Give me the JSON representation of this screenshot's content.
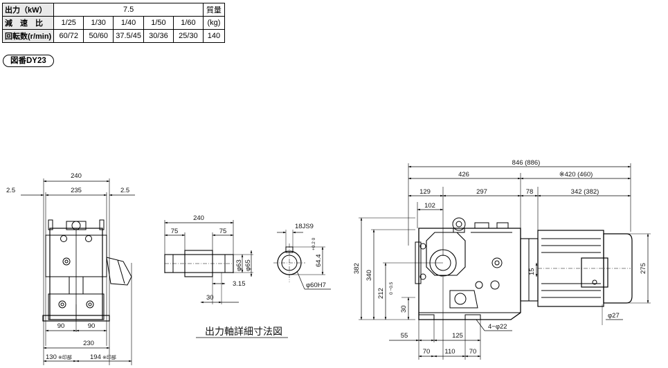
{
  "spec": {
    "output_label": "出力（kW）",
    "output_value": "7.5",
    "mass_label_1": "質量",
    "mass_label_2": "(kg)",
    "ratio_label": "減　速　比",
    "ratios": [
      "1/25",
      "1/30",
      "1/40",
      "1/50",
      "1/60"
    ],
    "rpm_label": "回転数(r/min)",
    "rpms": [
      "60/72",
      "50/60",
      "37.5/45",
      "30/36",
      "25/30"
    ],
    "mass_value": "140"
  },
  "figure_label": "図番DY23",
  "front": {
    "d240": "240",
    "d235": "235",
    "d25_left": "2.5",
    "d25_right": "2.5",
    "d90_left": "90",
    "d90_right": "90",
    "d230": "230",
    "d130": "130",
    "d194": "194",
    "mark": "※印部"
  },
  "shaft": {
    "d240": "240",
    "d75_left": "75",
    "d75_right": "75",
    "d63": "φ63",
    "d65": "φ65",
    "d315": "3.15",
    "d30": "30",
    "d18js9": "18JS9",
    "d644": "64.4",
    "tol_644": "+0.2 0",
    "d60h7": "φ60H7",
    "caption": "出力軸詳細寸法図"
  },
  "side": {
    "d846": "846 (886)",
    "d426": "426",
    "d420": "※420 (460)",
    "d129": "129",
    "d297": "297",
    "d78": "78",
    "d342": "342 (382)",
    "d102": "102",
    "d382": "382",
    "d340": "340",
    "d212": "212",
    "tol_212": "0 −0.5",
    "d30": "30",
    "d15": "15",
    "d275": "275",
    "d55": "55",
    "d125": "125",
    "d70_left": "70",
    "d110": "110",
    "d70_right": "70",
    "d4phi22": "4−φ22",
    "d27": "φ27"
  }
}
